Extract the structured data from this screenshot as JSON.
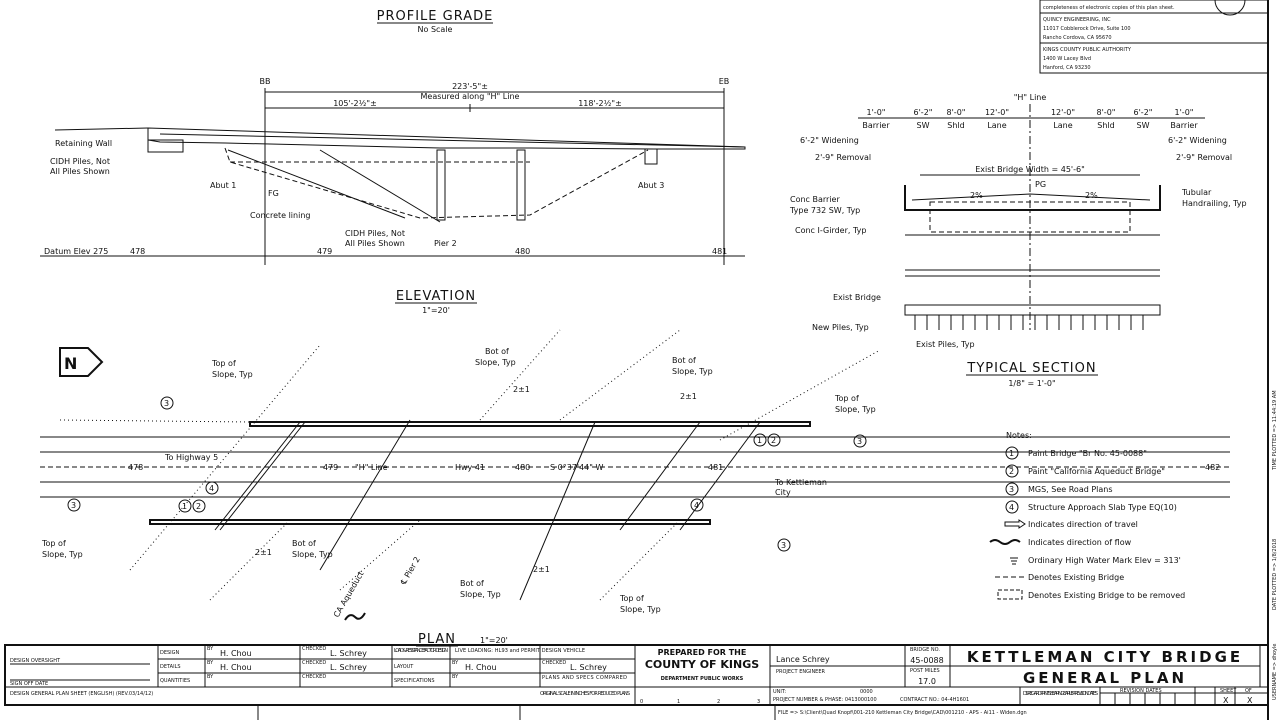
{
  "header": {
    "disclaimer": "completeness of electronic copies of this plan sheet.",
    "consultant": [
      "QUINCY ENGINEERING, INC",
      "11017 Cobblerock Drive, Suite 100",
      "Rancho Cordova, CA 95670"
    ],
    "owner": [
      "KINGS COUNTY PUBLIC AUTHORITY",
      "1400 W Lacey Blvd",
      "Hanford, CA 93230"
    ]
  },
  "profile": {
    "title": "PROFILE GRADE",
    "scale": "No Scale",
    "bb": "BB",
    "eb": "EB",
    "total": "223'-5\"±",
    "measured": "Measured along \"H\" Line",
    "left_span": "105'-2½\"±",
    "right_span": "118'-2½\"±",
    "retaining_wall": "Retaining Wall",
    "cidh1": "CIDH Piles, Not",
    "cidh2": "All Piles Shown",
    "abut1": "Abut 1",
    "fg": "FG",
    "lining": "Concrete lining",
    "cidh3": "CIDH Piles, Not",
    "cidh4": "All Piles Shown",
    "pier2": "Pier 2",
    "abut3": "Abut 3",
    "datum": "Datum Elev 275",
    "stations": [
      "478",
      "479",
      "480",
      "481"
    ]
  },
  "elevation": {
    "title": "ELEVATION",
    "scale": "1\"=20'"
  },
  "section": {
    "h_line": "\"H\" Line",
    "dims": [
      "1'-0\"",
      "6'-2\"",
      "8'-0\"",
      "12'-0\"",
      "12'-0\"",
      "8'-0\"",
      "6'-2\"",
      "1'-0\""
    ],
    "parts": [
      "Barrier",
      "SW",
      "Shld",
      "Lane",
      "Lane",
      "Shld",
      "SW",
      "Barrier"
    ],
    "widening": "6'-2\" Widening",
    "removal": "2'-9\" Removal",
    "exist_width": "Exist Bridge Width = 45'-6\"",
    "slope": "2%",
    "pg": "PG",
    "barrier1": "Conc Barrier",
    "barrier2": "Type 732 SW, Typ",
    "handrail1": "Tubular",
    "handrail2": "Handrailing, Typ",
    "girder": "Conc I-Girder, Typ",
    "exist_bridge": "Exist Bridge",
    "new_piles": "New Piles, Typ",
    "exist_piles": "Exist Piles, Typ",
    "title": "TYPICAL SECTION",
    "scale": "1/8\" = 1'-0\""
  },
  "plan": {
    "title": "PLAN",
    "scale": "1\"=20'",
    "top_slope1": "Top of",
    "top_slope2": "Slope, Typ",
    "bot_slope1": "Bot of",
    "bot_slope2": "Slope, Typ",
    "ratio": "2±1",
    "to_hwy": "To Highway 5",
    "to_kc1": "To Kettleman",
    "to_kc2": "City",
    "h_line": "\"H\" Line",
    "hwy": "Hwy 41",
    "bearing": "S 0°37'44\" W",
    "aqueduct": "CA Aqueduct",
    "pier": "℄ Pier 2",
    "stations": [
      "478",
      "479",
      "480",
      "481",
      "482"
    ],
    "callouts": [
      "1",
      "2",
      "3",
      "4"
    ]
  },
  "notes": {
    "title": "Notes:",
    "items": [
      {
        "n": "1",
        "text": "Paint Bridge \"Br No. 45-0088\""
      },
      {
        "n": "2",
        "text": "Paint \"California Aqueduct Bridge\""
      },
      {
        "n": "3",
        "text": "MGS, See Road Plans"
      },
      {
        "n": "4",
        "text": "Structure Approach Slab Type EQ(10)"
      }
    ],
    "legend": [
      "Indicates direction of travel",
      "Indicates direction of flow",
      "Ordinary High Water Mark Elev = 313'",
      "Denotes Existing Bridge",
      "Denotes Existing Bridge to be removed"
    ]
  },
  "titleblock": {
    "design_oversight": "DESIGN OVERSIGHT",
    "sign_off": "SIGN OFF DATE",
    "design": "DESIGN",
    "details": "DETAILS",
    "quantities": "QUANTITIES",
    "by": "BY",
    "checked": "CHECKED",
    "designer": "H. Chou",
    "checker": "L. Schrey",
    "lrfd": "LOAD & RESISTANCE FACTOR DESIGN",
    "live_loading": "LIVE LOADING: HL93 and PERMIT DESIGN VEHICLE",
    "layout": "LAYOUT",
    "specifications": "SPECIFICATIONS",
    "plans_specs": "PLANS AND SPECS COMPARED",
    "sheet_name": "DESIGN GENERAL PLAN SHEET (ENGLISH) (REV.03/14/12)",
    "orig_scale": "ORIGINAL SCALE IN INCHES FOR REDUCED PLANS",
    "scale_ticks": [
      "0",
      "1",
      "2",
      "3"
    ],
    "prepared1": "PREPARED FOR THE",
    "prepared2": "COUNTY OF KINGS",
    "prepared3": "DEPARTMENT PUBLIC WORKS",
    "engineer": "Lance Schrey",
    "engineer_role": "PROJECT ENGINEER",
    "bridge_no_label": "BRIDGE NO.",
    "bridge_no": "45-0088",
    "post_miles_label": "POST MILES",
    "post_miles": "17.0",
    "title1": "KETTLEMAN CITY BRIDGE",
    "title2": "GENERAL PLAN",
    "unit": "UNIT:",
    "unit_val": "0000",
    "project": "PROJECT NUMBER & PHASE: 0413000100",
    "contract": "CONTRACT NO.: 04-4H1601",
    "disregard": "DISREGARD PRINTS BEARING EARLIER REVISION DATES",
    "revision_dates": "REVISION DATES",
    "sheet": "SHEET",
    "of": "OF",
    "sheet_val": "X",
    "of_val": "X",
    "file": "FILE => S:\\Client\\Quad Knopf\\001-210 Kettleman City Bridge\\CAD\\001210 - APS - Ai11 - Widen.dgn"
  },
  "side": {
    "time": "TIME PLOTTED => 11:44:19 AM",
    "date": "DATE PLOTTED => 1/8/2018",
    "user": "USERNAME => dhoyle"
  }
}
